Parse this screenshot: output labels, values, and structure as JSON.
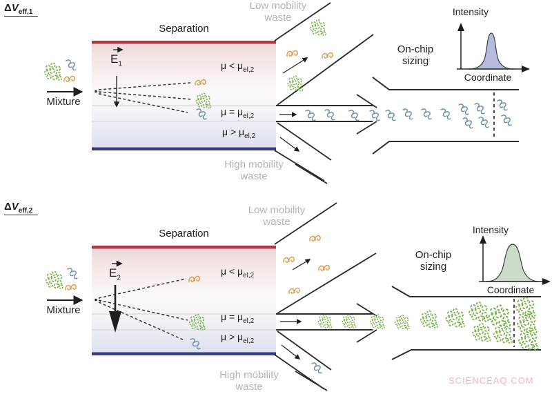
{
  "watermark": "SCIENCEAQ.COM",
  "icons": {
    "vector_arrow": "→"
  },
  "colors": {
    "channel_top_line": "#b03b46",
    "channel_bottom_line": "#3c3b7d",
    "channel_gradient_top": "#efdada",
    "channel_gradient_bottom": "#dde1ee",
    "green_molecule": "#74b043",
    "blue_molecule": "#6d8fa6",
    "orange_molecule": "#dd9b4e",
    "waste_text": "#b5b5b8",
    "main_text": "#1f1f1f",
    "peak_fill_panel1": "#b6bbde",
    "peak_fill_panel2": "#cadcc7",
    "watermark": "#f3b4bb"
  },
  "panels": [
    {
      "dv": {
        "delta": "Δ",
        "v": "V",
        "sub": "eff,1"
      },
      "separation": "Separation",
      "field": {
        "e": "E",
        "sub": "1"
      },
      "mixture": "Mixture",
      "mobility": [
        {
          "t": "μ < μ",
          "s": "el,2"
        },
        {
          "t": "μ = μ",
          "s": "el,2"
        },
        {
          "t": "μ > μ",
          "s": "el,2"
        }
      ],
      "low_waste": {
        "line1": "Low mobility",
        "line2": "waste"
      },
      "high_waste": {
        "line1": "High mobility",
        "line2": "waste"
      },
      "onchip": {
        "line1": "On-chip",
        "line2": "sizing"
      },
      "plot": {
        "ylabel": "Intensity",
        "xlabel": "Coordinate"
      }
    },
    {
      "dv": {
        "delta": "Δ",
        "v": "V",
        "sub": "eff,2"
      },
      "separation": "Separation",
      "field": {
        "e": "E",
        "sub": "2"
      },
      "mixture": "Mixture",
      "mobility": [
        {
          "t": "μ < μ",
          "s": "el,2"
        },
        {
          "t": "μ = μ",
          "s": "el,2"
        },
        {
          "t": "μ > μ",
          "s": "el,2"
        }
      ],
      "low_waste": {
        "line1": "Low mobility",
        "line2": "waste"
      },
      "high_waste": {
        "line1": "High mobility",
        "line2": "waste"
      },
      "onchip": {
        "line1": "On-chip",
        "line2": "sizing"
      },
      "plot": {
        "ylabel": "Intensity",
        "xlabel": "Coordinate"
      }
    }
  ],
  "chart_data": [
    {
      "type": "area",
      "panel": 1,
      "ylabel": "Intensity",
      "xlabel": "Coordinate",
      "description": "Narrow sizing peak of the selected blue (μ = μel,2) fraction under ΔVeff,1",
      "peak": {
        "center_fraction": 0.45,
        "relative_width": 0.12,
        "height_fraction": 0.95,
        "fill": "#b6bbde"
      },
      "x": [
        0,
        0.3,
        0.38,
        0.45,
        0.52,
        0.6,
        1
      ],
      "y": [
        0,
        0.02,
        0.35,
        1.0,
        0.35,
        0.02,
        0
      ]
    },
    {
      "type": "area",
      "panel": 2,
      "ylabel": "Intensity",
      "xlabel": "Coordinate",
      "description": "Broader sizing peak of the selected green (μ = μel,2) fraction under ΔVeff,2",
      "peak": {
        "center_fraction": 0.52,
        "relative_width": 0.25,
        "height_fraction": 0.95,
        "fill": "#cadcc7"
      },
      "x": [
        0,
        0.25,
        0.38,
        0.52,
        0.66,
        0.8,
        1
      ],
      "y": [
        0,
        0.03,
        0.4,
        1.0,
        0.4,
        0.03,
        0
      ]
    }
  ]
}
